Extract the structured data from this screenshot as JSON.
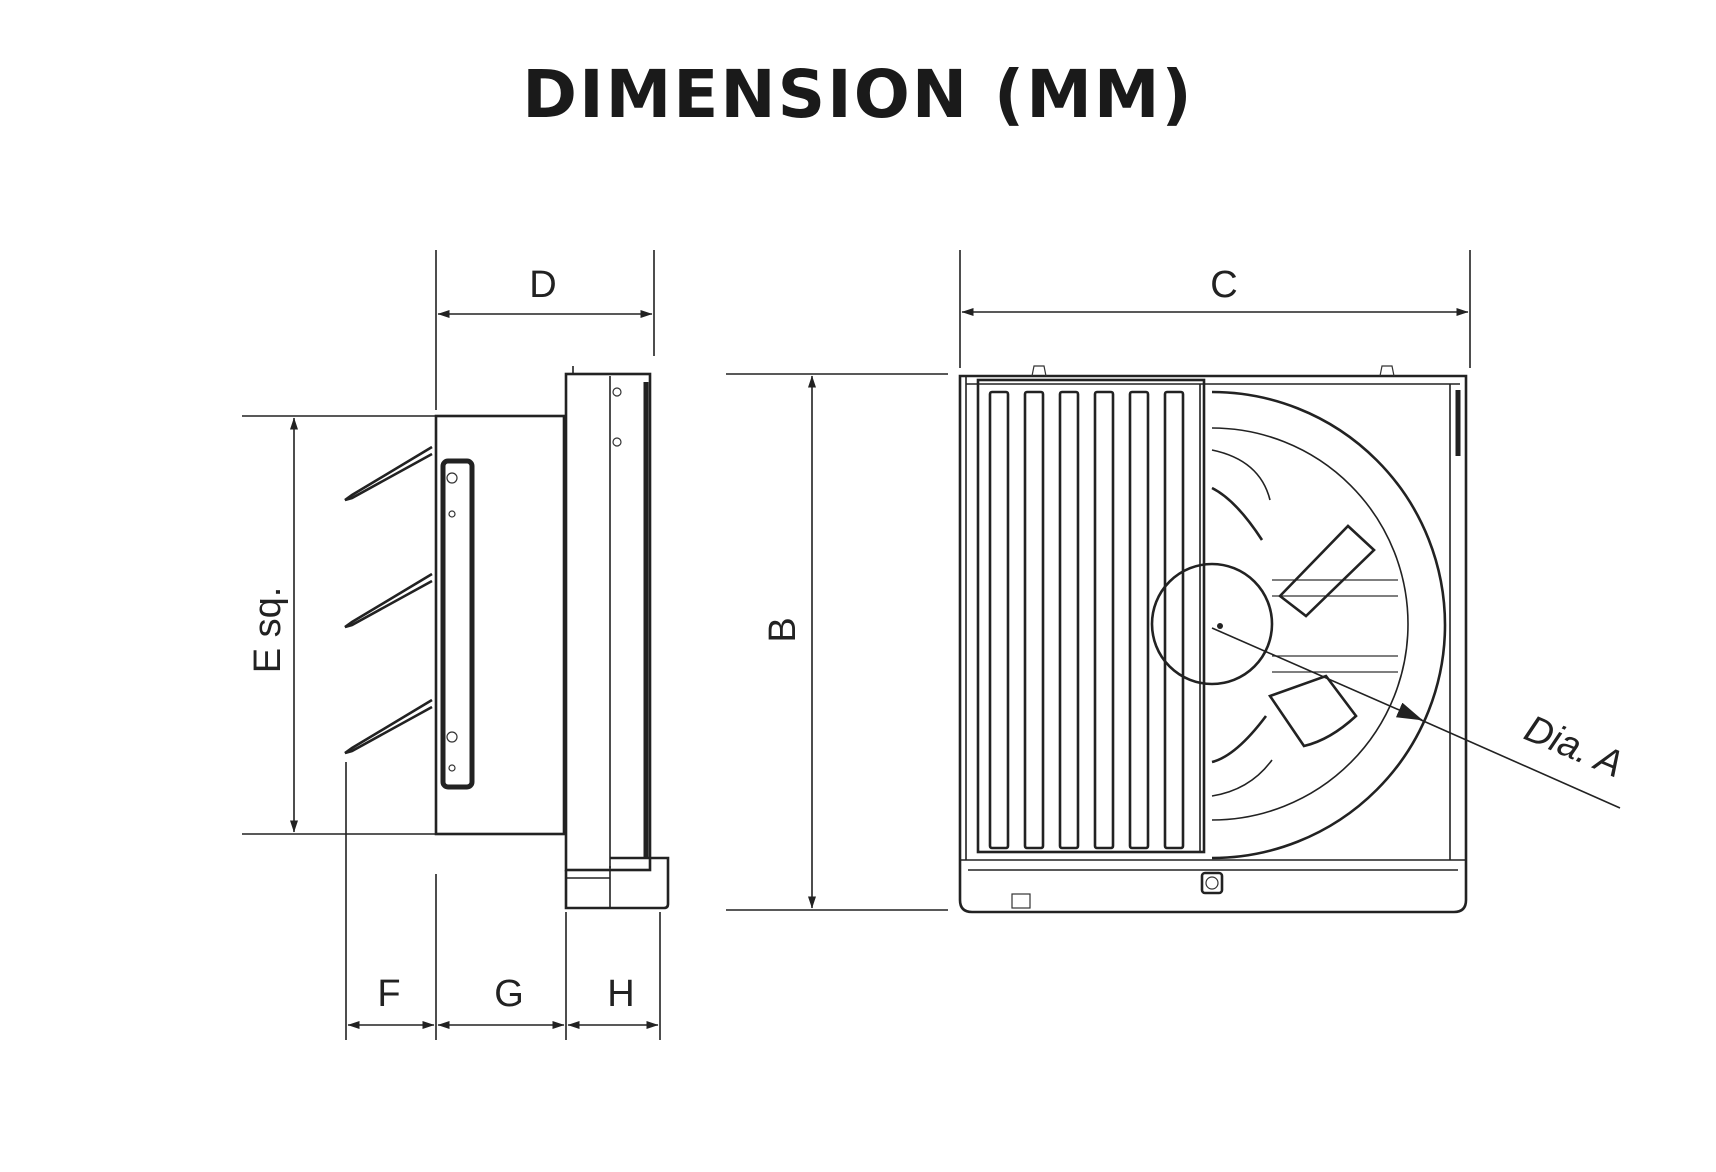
{
  "title": "DIMENSION (MM)",
  "labels": {
    "d": "D",
    "c": "C",
    "b": "B",
    "e": "E sq.",
    "f": "F",
    "g": "G",
    "h": "H",
    "a": "Dia. A"
  }
}
